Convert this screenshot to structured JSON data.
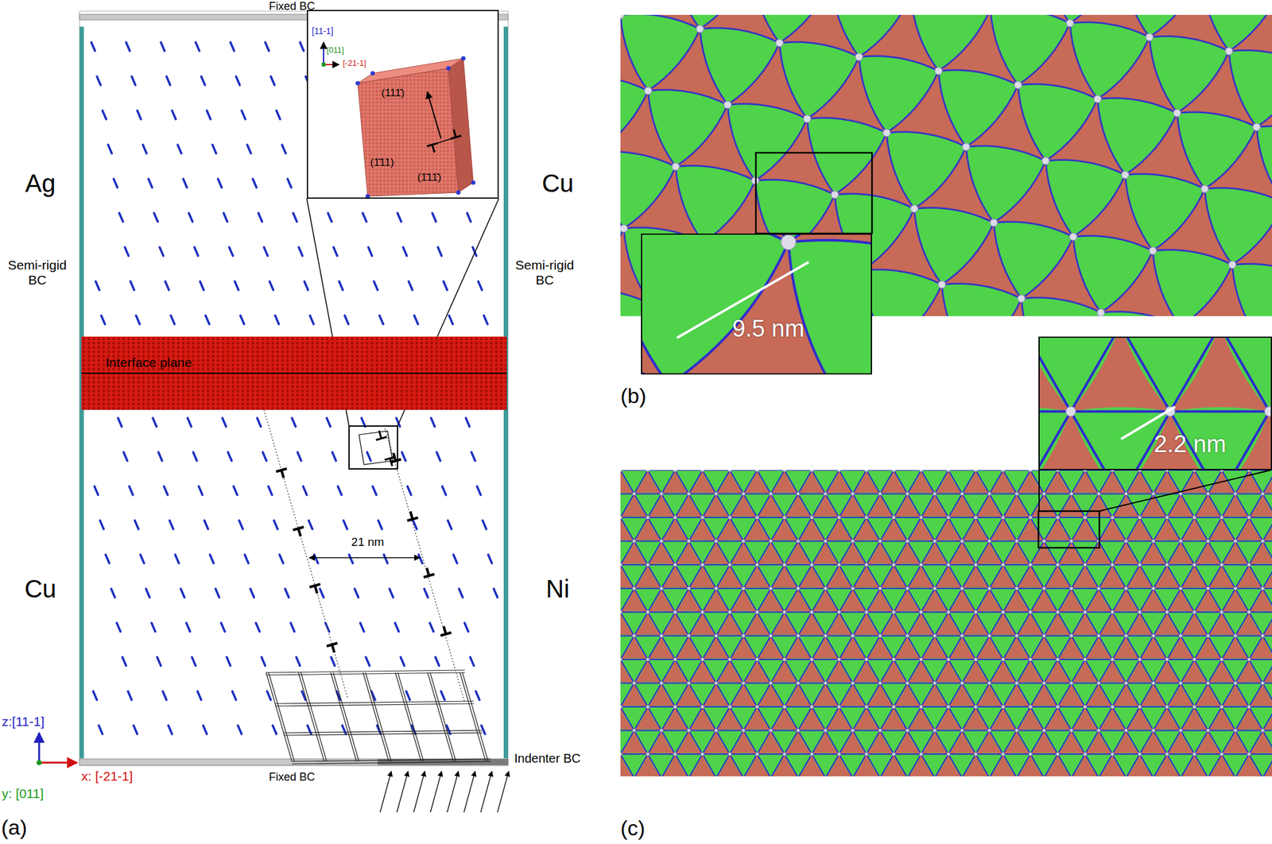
{
  "diagram": {
    "nodes": [
      {
        "text": [
          "[11-1]",
          "[011]",
          "[-21-1]",
          "(111̄)",
          "(1̄11)",
          "(1̄11̄)"
        ]
      },
      {
        "text": [
          "Interface plane"
        ]
      },
      {
        "text": [
          "9.5 nm"
        ]
      },
      {
        "text": [
          "2.2 nm"
        ]
      }
    ],
    "labels": [
      "Fixed BC",
      "Ag",
      "Cu",
      "Semi-rigid BC",
      "Semi-rigid BC",
      "Cu",
      "Ni",
      "21 nm",
      "z:[11-1]",
      "Fixed BC",
      "Indenter BC",
      "x: [-21-1]",
      "y: [011]",
      "(a)",
      "(b)",
      "(c)"
    ]
  }
}
